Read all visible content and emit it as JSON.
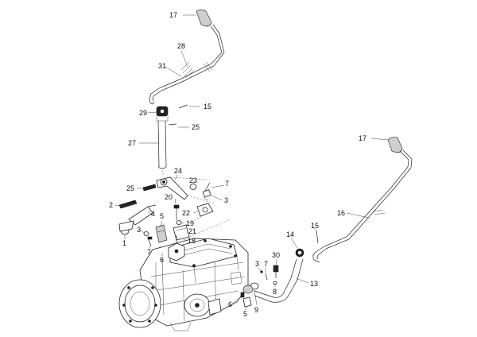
{
  "callouts": {
    "c17a": "17",
    "c28": "28",
    "c31": "31",
    "c15a": "15",
    "c29": "29",
    "c25a": "25",
    "c27": "27",
    "c24": "24",
    "c23": "23",
    "c7a": "7",
    "c25b": "25",
    "c3a": "3",
    "c2": "2",
    "c20": "20",
    "c4": "4",
    "c22": "22",
    "c19": "19",
    "c5a": "5",
    "c21": "21",
    "c3b": "3",
    "c18": "18",
    "c1": "1",
    "c7b": "7",
    "c6a": "6",
    "c17b": "17",
    "c16": "16",
    "c15b": "15",
    "c14": "14",
    "c30": "30",
    "c3c": "3",
    "c7c": "7",
    "c8": "8",
    "c13": "13",
    "c9": "9",
    "c6b": "6",
    "c5b": "5"
  }
}
